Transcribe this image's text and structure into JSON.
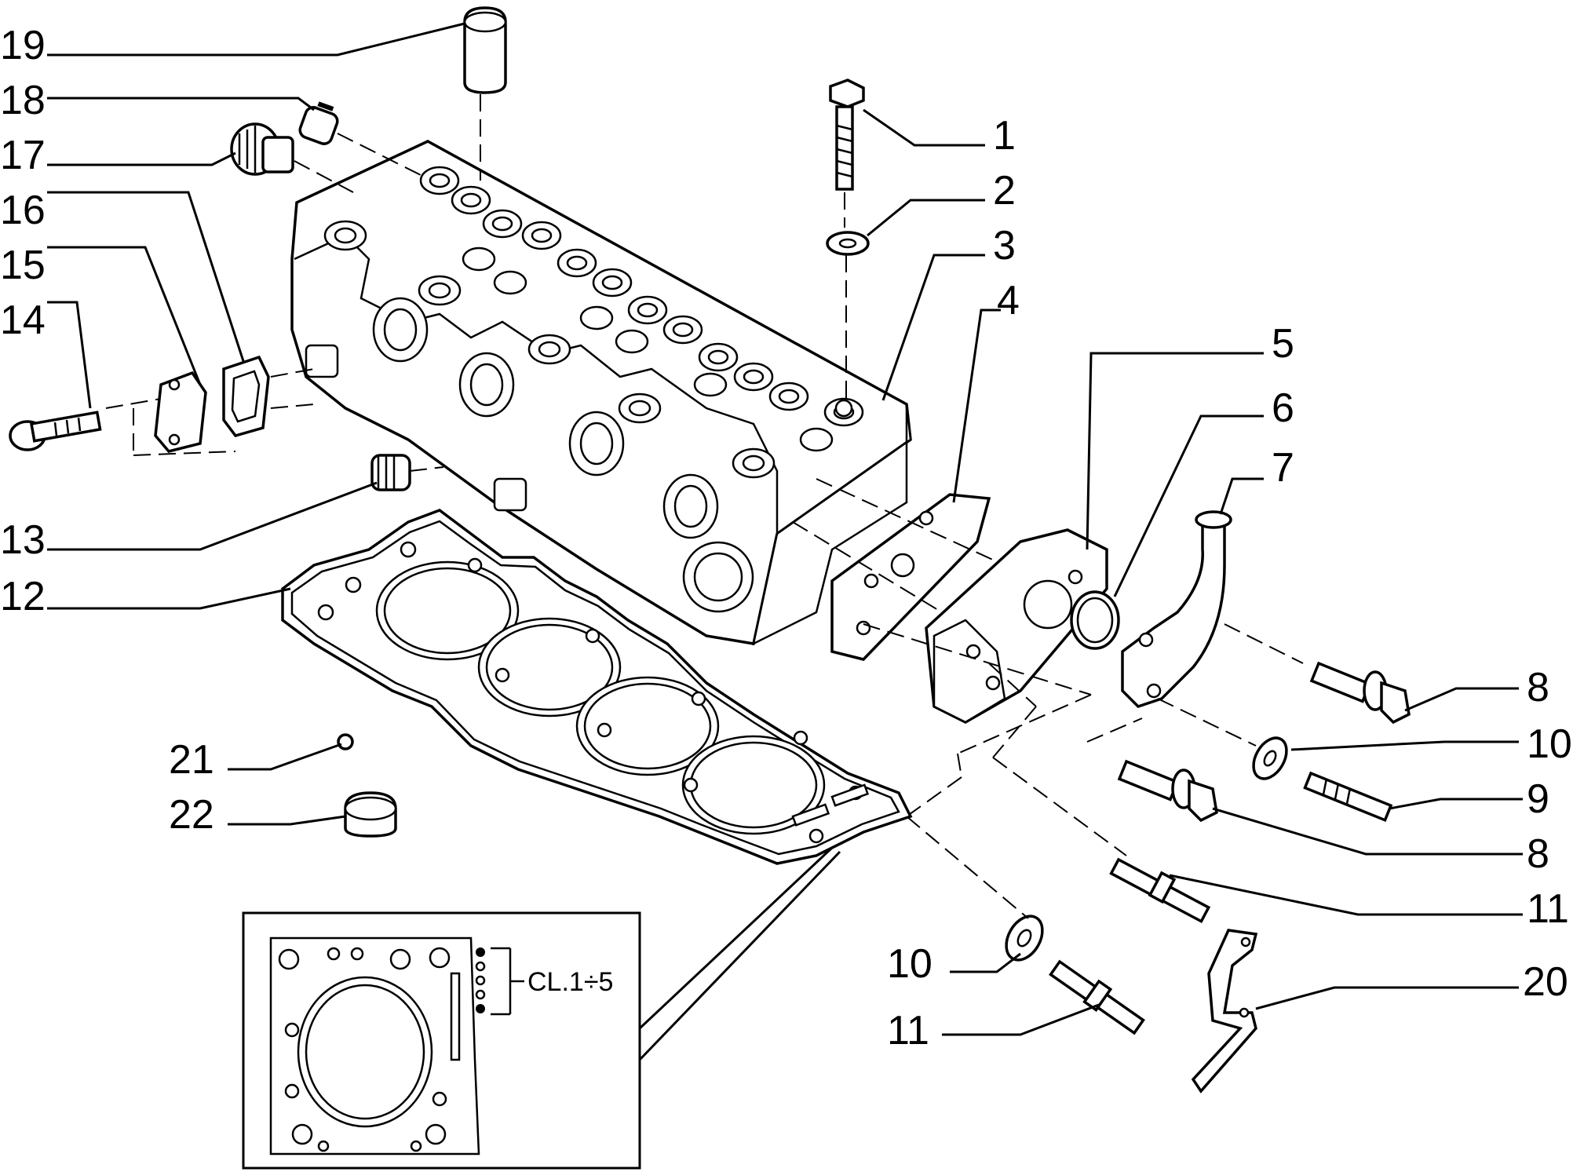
{
  "callouts": {
    "c1": "1",
    "c2": "2",
    "c3": "3",
    "c4": "4",
    "c5": "5",
    "c6": "6",
    "c7": "7",
    "c8a": "8",
    "c8b": "8",
    "c9": "9",
    "c10a": "10",
    "c10b": "10",
    "c11a": "11",
    "c11b": "11",
    "c12": "12",
    "c13": "13",
    "c14": "14",
    "c15": "15",
    "c16": "16",
    "c17": "17",
    "c18": "18",
    "c19": "19",
    "c20": "20",
    "c21": "21",
    "c22": "22"
  },
  "inset": {
    "class_label": "CL.1÷5"
  }
}
